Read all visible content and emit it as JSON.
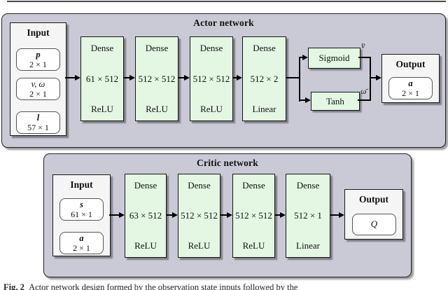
{
  "figure": {
    "caption_prefix": "Fig. 2",
    "caption_text": "Actor network design formed by the observation state inputs followed by the"
  },
  "actor": {
    "title": "Actor network",
    "input": {
      "title": "Input",
      "items": [
        {
          "symbol": "p",
          "size": "2 × 1"
        },
        {
          "symbol": "v, ω",
          "size": "2 × 1"
        },
        {
          "symbol": "l",
          "size": "57 × 1"
        }
      ]
    },
    "layers": [
      {
        "label": "Dense",
        "size": "61 × 512",
        "activation": "ReLU"
      },
      {
        "label": "Dense",
        "size": "512 × 512",
        "activation": "ReLU"
      },
      {
        "label": "Dense",
        "size": "512 × 512",
        "activation": "ReLU"
      },
      {
        "label": "Dense",
        "size": "512 × 2",
        "activation": "Linear"
      }
    ],
    "branches": [
      {
        "label": "Sigmoid",
        "output_symbol": "v̄"
      },
      {
        "label": "Tanh",
        "output_symbol": "ω̄"
      }
    ],
    "output": {
      "title": "Output",
      "symbol": "a",
      "size": "2 × 1"
    }
  },
  "critic": {
    "title": "Critic network",
    "input": {
      "title": "Input",
      "items": [
        {
          "symbol": "s",
          "size": "61 × 1"
        },
        {
          "symbol": "a",
          "size": "2 × 1"
        }
      ]
    },
    "layers": [
      {
        "label": "Dense",
        "size": "63 × 512",
        "activation": "ReLU"
      },
      {
        "label": "Dense",
        "size": "512 × 512",
        "activation": "ReLU"
      },
      {
        "label": "Dense",
        "size": "512 × 512",
        "activation": "ReLU"
      },
      {
        "label": "Dense",
        "size": "512 × 1",
        "activation": "Linear"
      }
    ],
    "output": {
      "title": "Output",
      "symbol": "Q"
    }
  },
  "colors": {
    "panel_bg": "#c9cad6",
    "layer_bg": "#e3f7e3",
    "io_bg": "#f5f5f5",
    "border": "#1a1a1a",
    "page_bg": "#ffffff"
  }
}
